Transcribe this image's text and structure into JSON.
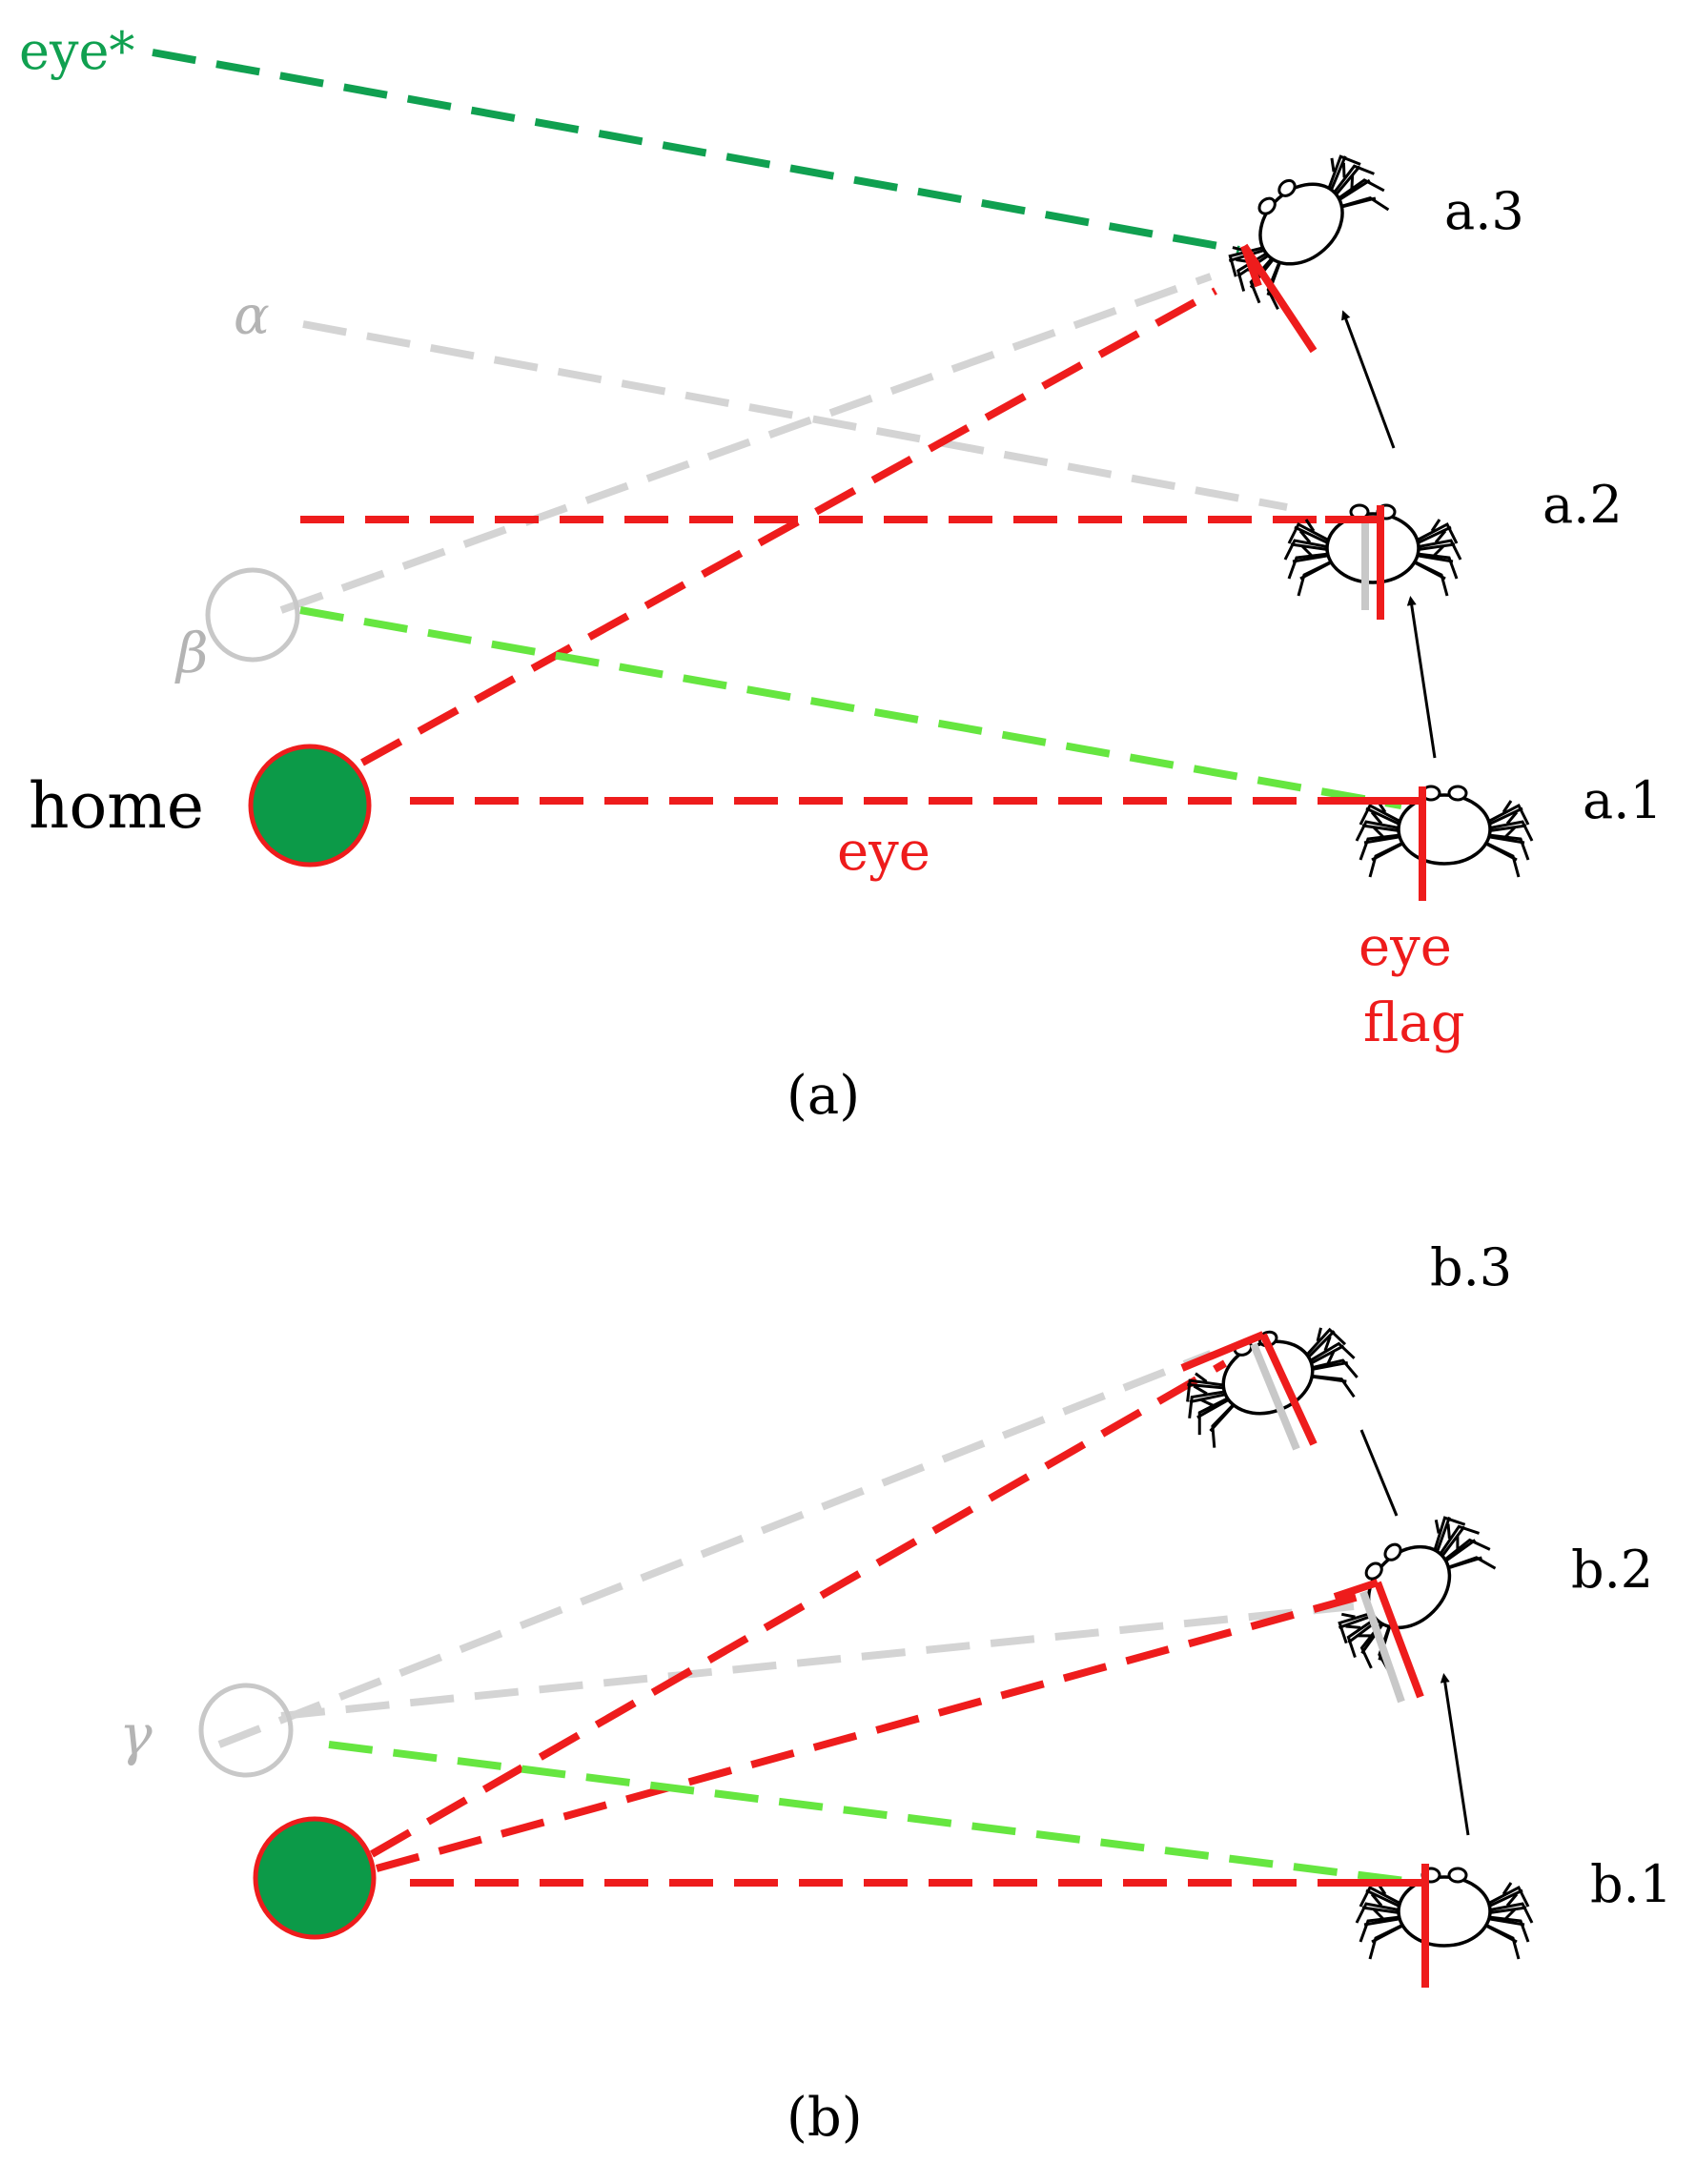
{
  "panel_a": {
    "caption": "(a)",
    "home_label": "home",
    "eye_label": "eye",
    "eye_flag_label_1": "eye",
    "eye_flag_label_2": "flag",
    "eye_star_label": "eye*",
    "alpha_label": "α",
    "beta_label": "β",
    "crab_labels": [
      "a.1",
      "a.2",
      "a.3"
    ]
  },
  "panel_b": {
    "caption": "(b)",
    "gamma_label": "γ",
    "crab_labels": [
      "b.1",
      "b.2",
      "b.3"
    ]
  },
  "colors": {
    "vector_red": "#ee1c1c",
    "ghost_grey": "#d4d4d4",
    "landmark_lime": "#66e640",
    "eye_star_green": "#10a050",
    "home_fill": "#0c9a48"
  },
  "icons": [
    "crab-icon",
    "arrow-icon"
  ]
}
